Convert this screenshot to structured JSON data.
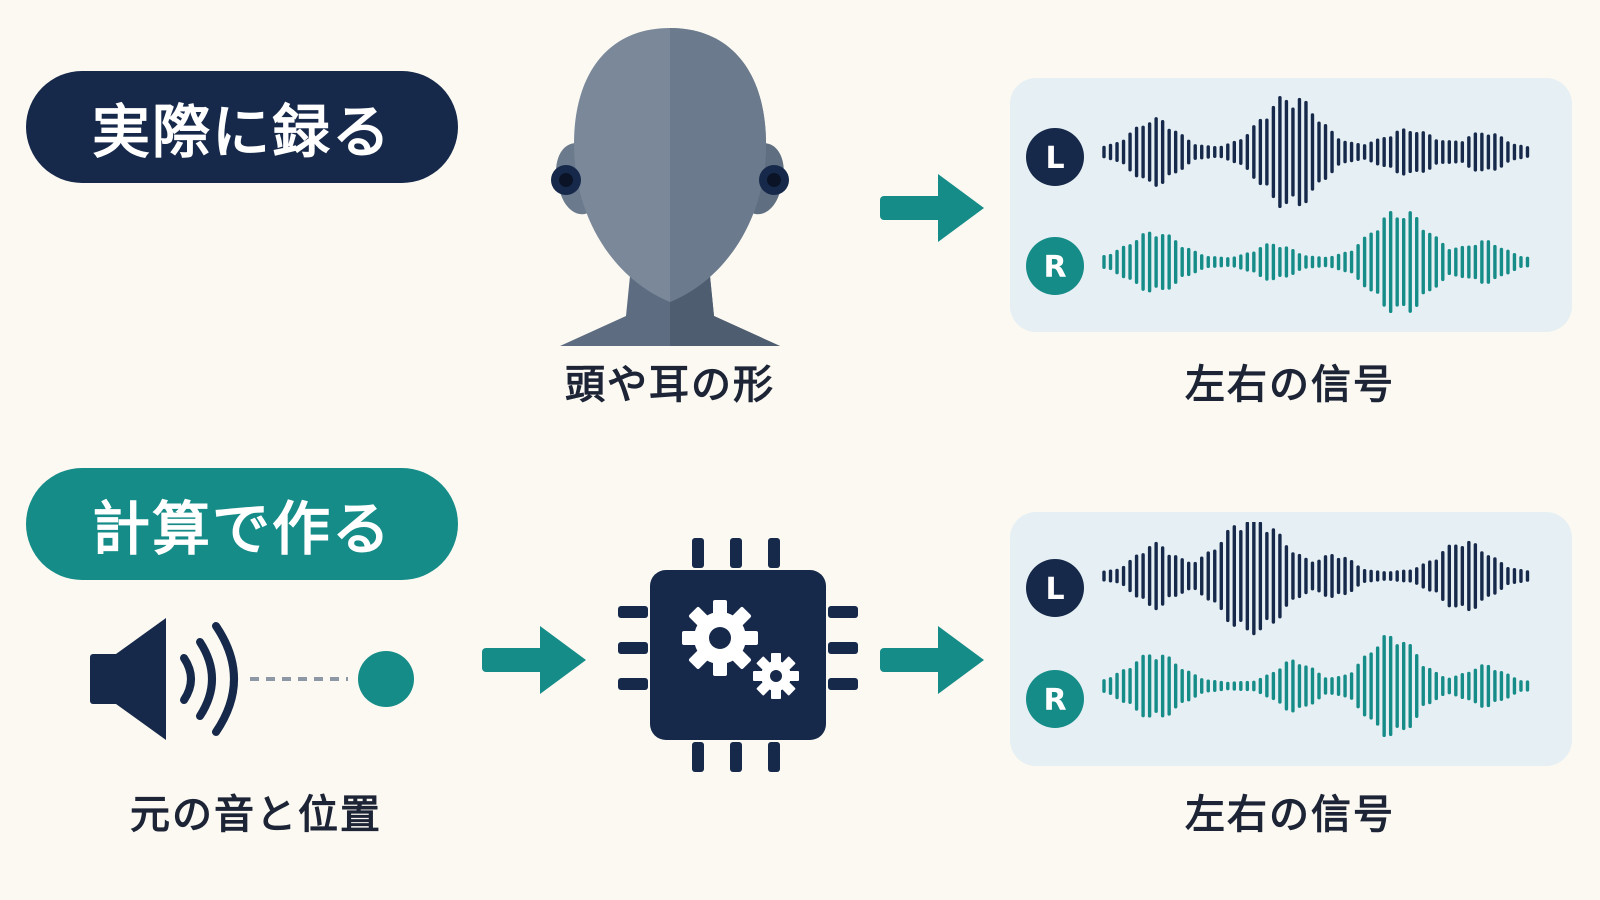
{
  "colors": {
    "navy": "#16294a",
    "teal": "#158c88",
    "background": "#fbf9f2",
    "panel": "#e6eff3",
    "head_gray": "#6b7a8c"
  },
  "recorded": {
    "label": "実際に録る",
    "head_caption": "頭や耳の形",
    "signal_caption": "左右の信号",
    "left_badge": "L",
    "right_badge": "R"
  },
  "computed": {
    "label": "計算で作る",
    "source_caption": "元の音と位置",
    "signal_caption": "左右の信号",
    "left_badge": "L",
    "right_badge": "R"
  },
  "icons": [
    "head-with-ear-microphones-icon",
    "arrow-right-icon",
    "speaker-icon",
    "sound-source-dot-icon",
    "processor-chip-icon",
    "gears-icon",
    "waveform-icon"
  ]
}
